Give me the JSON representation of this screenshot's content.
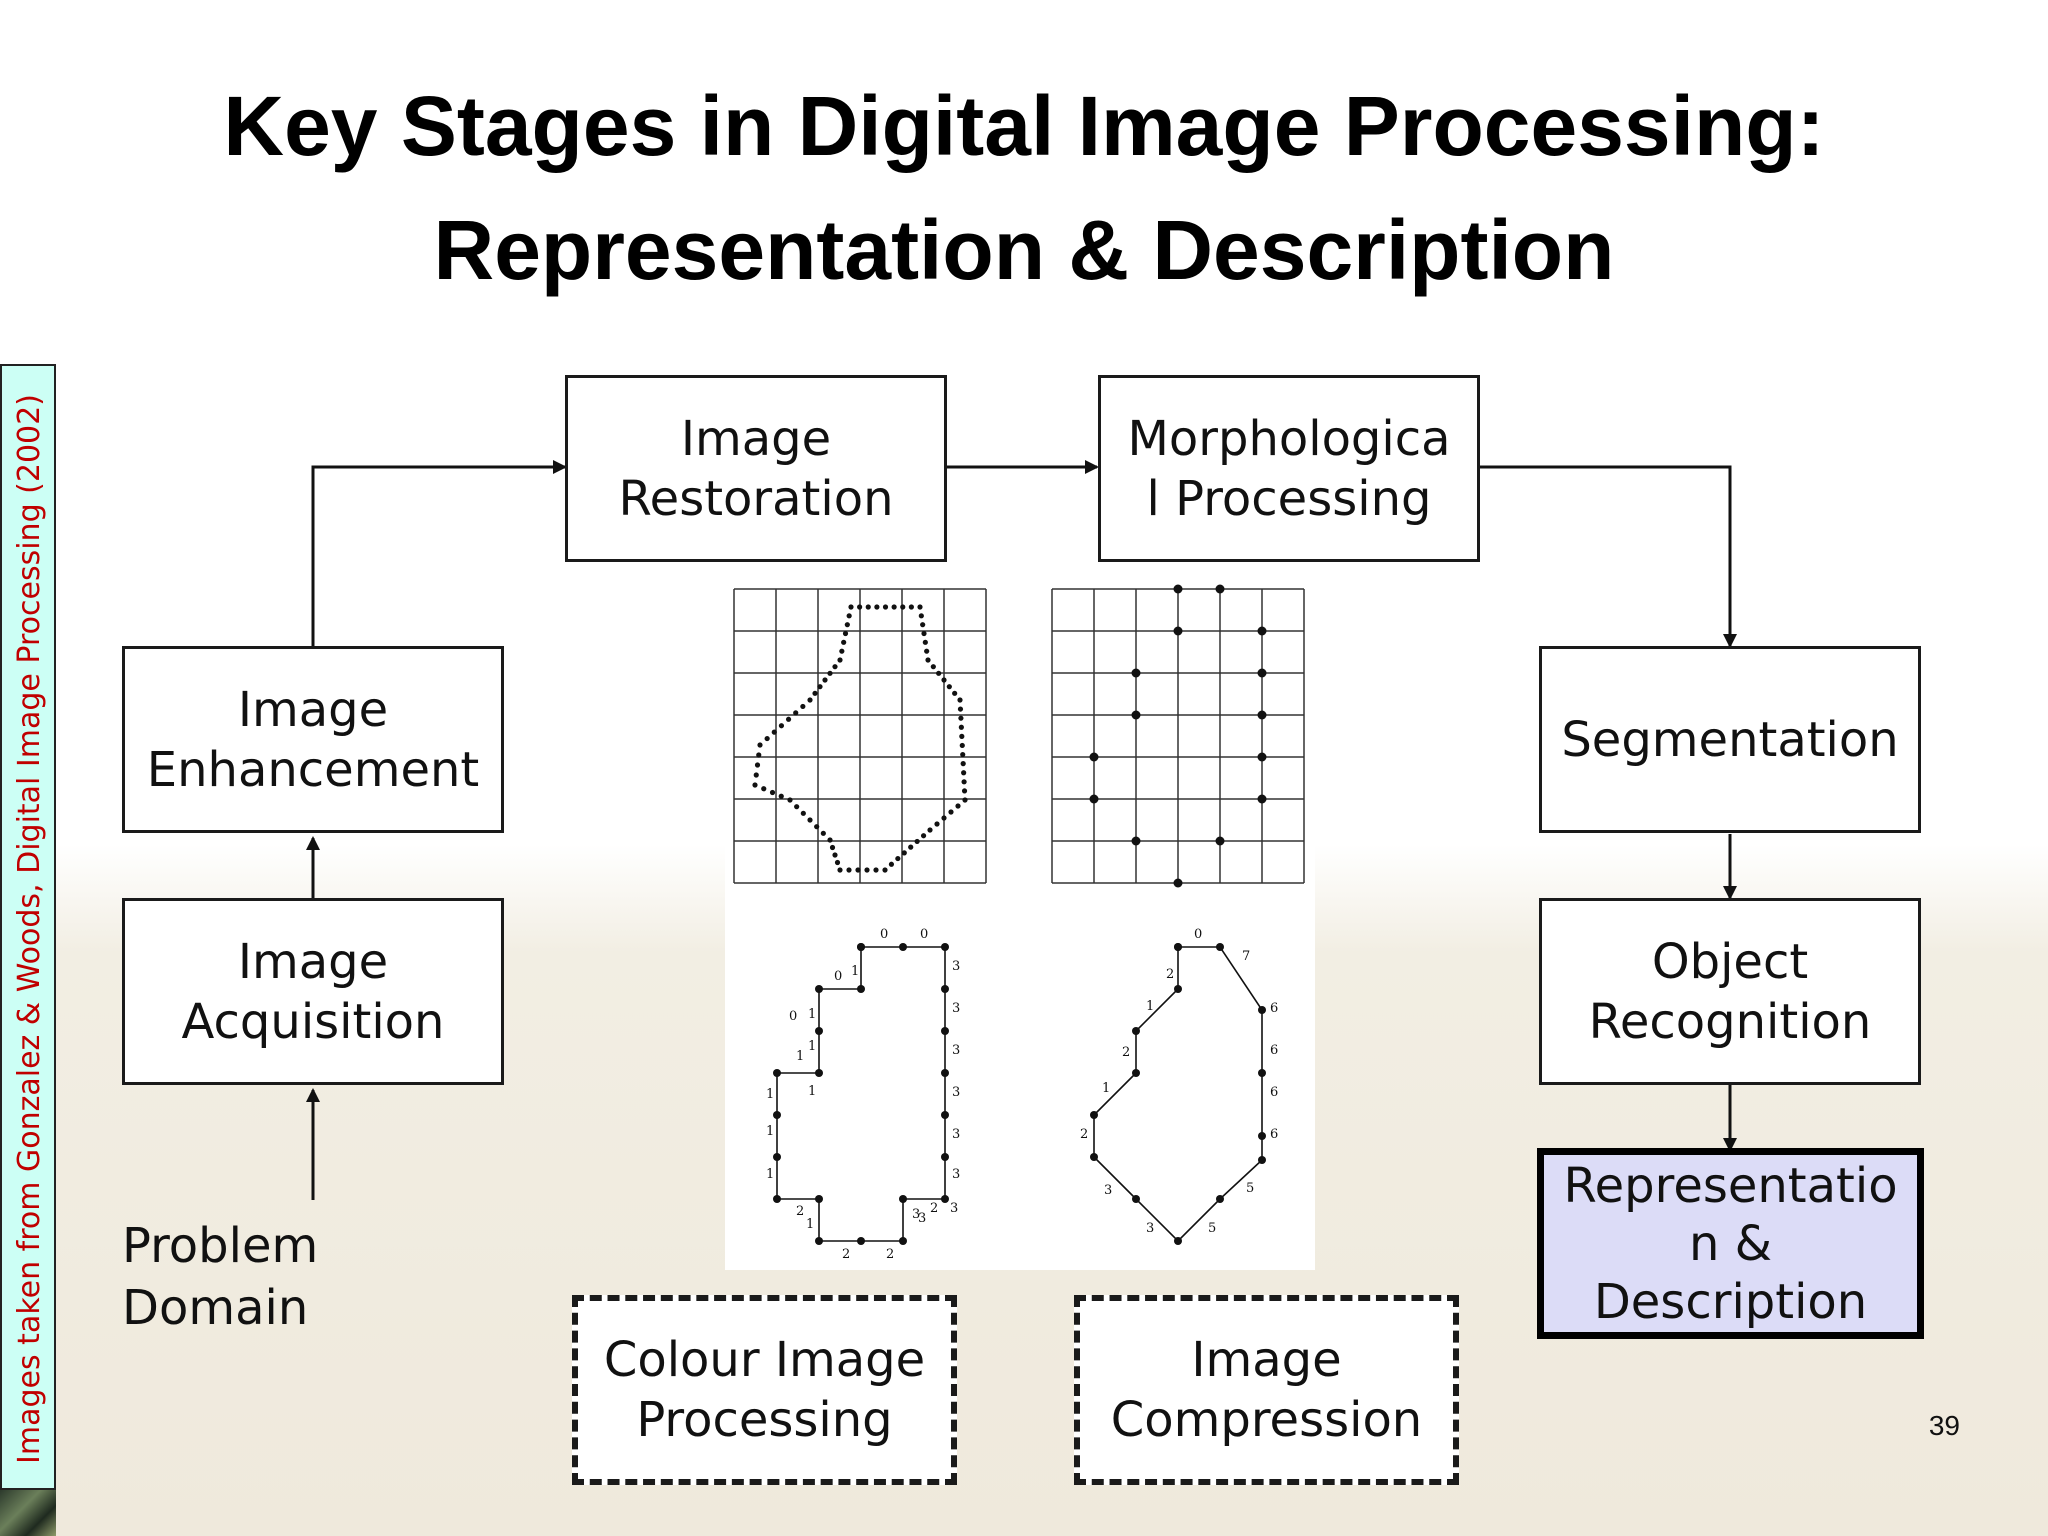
{
  "slide": {
    "title_line1": "Key Stages in Digital Image Processing:",
    "title_line2": "Representation & Description",
    "page_number": "39",
    "side_credit": "Images taken from Gonzalez & Woods, Digital Image Processing (2002)"
  },
  "stages": {
    "image_restoration": [
      "Image",
      "Restoration"
    ],
    "morphological_processing": [
      "Morphologica",
      "l Processing"
    ],
    "image_enhancement": [
      "Image",
      "Enhancement"
    ],
    "image_acquisition": [
      "Image",
      "Acquisition"
    ],
    "segmentation": [
      "Segmentation"
    ],
    "object_recognition": [
      "Object",
      "Recognition"
    ],
    "representation_description": [
      "Representatio",
      "n &",
      "Description"
    ],
    "colour_image_processing": [
      "Colour Image",
      "Processing"
    ],
    "image_compression": [
      "Image",
      "Compression"
    ],
    "problem_domain": [
      "Problem",
      "Domain"
    ]
  },
  "active_stage": "representation_description",
  "colors": {
    "active_fill": "#dcdcf7",
    "side_strip_fill": "#ccfff5",
    "side_text": "#c00000"
  },
  "chain_code_figures": {
    "grid_a_boundary": "dotted boundary on grid",
    "grid_b_boundary": "resampled boundary nodes on grid",
    "chain_4dir_labels": [
      "0",
      "0",
      "0",
      "1",
      "1",
      "1",
      "0",
      "1",
      "1",
      "1",
      "1",
      "1",
      "3",
      "3",
      "3",
      "3",
      "3",
      "3",
      "3",
      "3",
      "2",
      "1",
      "2",
      "2",
      "3",
      "2"
    ],
    "chain_8dir_labels": [
      "0",
      "7",
      "2",
      "1",
      "2",
      "1",
      "2",
      "6",
      "6",
      "6",
      "6",
      "3",
      "3",
      "5",
      "5"
    ]
  }
}
